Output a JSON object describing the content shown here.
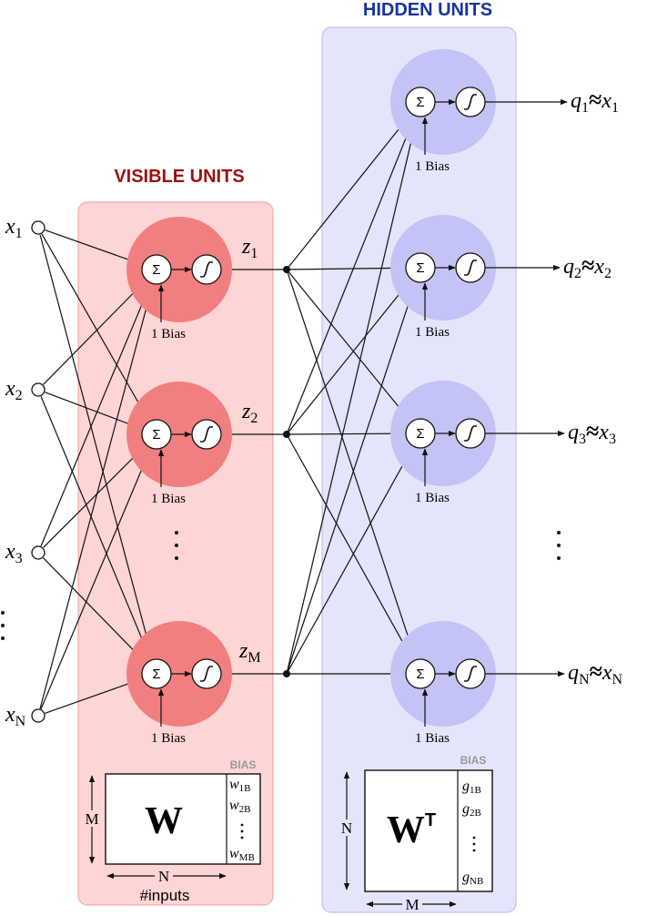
{
  "colors": {
    "visible_panel": "#fdd5d5",
    "visible_panel_border": "#f0a0a0",
    "hidden_panel": "#e4e4fb",
    "hidden_panel_border": "#b8b8ec",
    "visible_unit": "#f17f7f",
    "hidden_unit": "#c3c3f5",
    "visible_title": "#9b1111",
    "hidden_title": "#17359c",
    "bias_label": "#999999"
  },
  "titles": {
    "visible": "VISIBLE UNITS",
    "hidden": "HIDDEN UNITS"
  },
  "unit_glyphs": {
    "sum": "Σ"
  },
  "inputs": [
    {
      "base": "x",
      "sub": "1"
    },
    {
      "base": "x",
      "sub": "2"
    },
    {
      "base": "x",
      "sub": "3"
    },
    {
      "base": "x",
      "sub": "N"
    }
  ],
  "z_labels": [
    {
      "base": "z",
      "sub": "1"
    },
    {
      "base": "z",
      "sub": "2"
    },
    {
      "base": "z",
      "sub": "M"
    }
  ],
  "outputs": [
    {
      "q": "q",
      "qsub": "1",
      "approx": "≈",
      "x": "x",
      "xsub": "1"
    },
    {
      "q": "q",
      "qsub": "2",
      "approx": "≈",
      "x": "x",
      "xsub": "2"
    },
    {
      "q": "q",
      "qsub": "3",
      "approx": "≈",
      "x": "x",
      "xsub": "3"
    },
    {
      "q": "q",
      "qsub": "N",
      "approx": "≈",
      "x": "x",
      "xsub": "N"
    }
  ],
  "bias_text": "1  Bias",
  "visible_matrix": {
    "symbol": "W",
    "bias_header": "BIAS",
    "bias_entries": [
      {
        "base": "w",
        "sub": "1B"
      },
      {
        "base": "w",
        "sub": "2B"
      },
      {
        "base": "w",
        "sub": "MB"
      }
    ],
    "rows_label": "M",
    "cols_label": "N",
    "caption": "#inputs"
  },
  "hidden_matrix": {
    "symbol": "W",
    "sup": "T",
    "bias_header": "BIAS",
    "bias_entries": [
      {
        "base": "g",
        "sub": "1B"
      },
      {
        "base": "g",
        "sub": "2B"
      },
      {
        "base": "g",
        "sub": "NB"
      }
    ],
    "rows_label": "N",
    "cols_label": "M"
  }
}
